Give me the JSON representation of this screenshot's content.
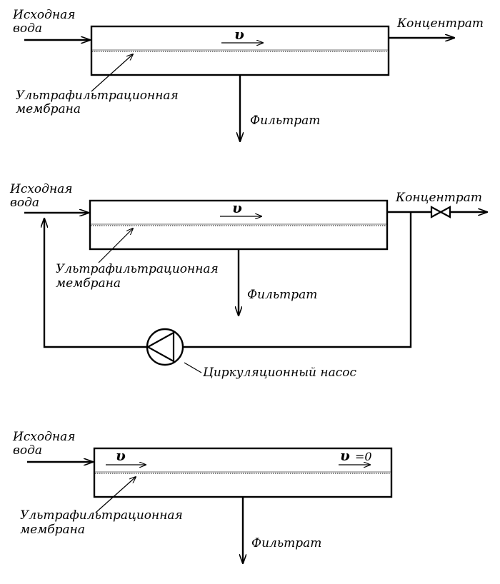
{
  "diagram1": {
    "inlet_label_line1": "Исходная",
    "inlet_label_line2": "вода",
    "concentrate_label": "Концентрат",
    "velocity_label": "υ",
    "membrane_label_line1": "Ультрафильтрационная",
    "membrane_label_line2": "мембрана",
    "filtrate_label": "Фильтрат"
  },
  "diagram2": {
    "inlet_label_line1": "Исходная",
    "inlet_label_line2": "вода",
    "concentrate_label": "Концентрат",
    "velocity_label": "υ",
    "membrane_label_line1": "Ультрафильтрационная",
    "membrane_label_line2": "мембрана",
    "filtrate_label": "Фильтрат",
    "pump_label": "Циркуляционный насос"
  },
  "diagram3": {
    "inlet_label_line1": "Исходная",
    "inlet_label_line2": "вода",
    "velocity_label": "υ",
    "velocity_zero_symbol": "υ",
    "velocity_zero_suffix": "=0",
    "membrane_label_line1": "Ультрафильтрационная",
    "membrane_label_line2": "мембрана",
    "filtrate_label": "Фильтрат"
  }
}
